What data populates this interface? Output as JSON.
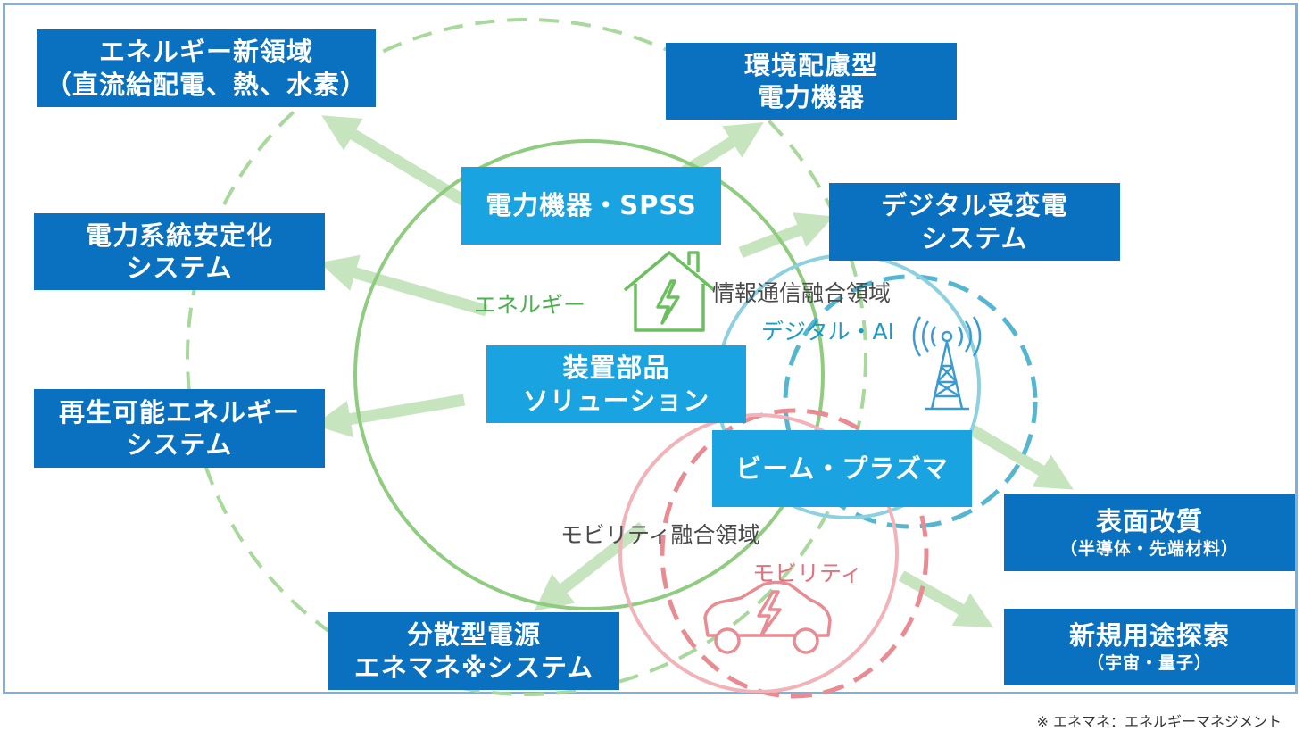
{
  "boxes": {
    "new_energy": {
      "line1": "エネルギー新領域",
      "line2": "（直流給配電、熱、水素）"
    },
    "eco_power": {
      "line1": "環境配慮型",
      "line2": "電力機器"
    },
    "grid_stabilize": {
      "line1": "電力系統安定化",
      "line2": "システム"
    },
    "renewable": {
      "line1": "再生可能エネルギー",
      "line2": "システム"
    },
    "distributed": {
      "line1": "分散型電源",
      "line2": "エネマネ※システム"
    },
    "digital_substation": {
      "line1": "デジタル受変電",
      "line2": "システム"
    },
    "surface": {
      "line1": "表面改質",
      "line2": "（半導体・先端材料）"
    },
    "new_use": {
      "line1": "新規用途探索",
      "line2": "（宇宙・量子）"
    },
    "power_spss": {
      "line1": "電力機器・SPSS"
    },
    "device_parts": {
      "line1": "装置部品",
      "line2": "ソリューション"
    },
    "beam_plasma": {
      "line1": "ビーム・プラズマ"
    }
  },
  "labels": {
    "energy": "エネルギー",
    "info_fusion": "情報通信融合領域",
    "digital_ai": "デジタル・AI",
    "mobility_fusion": "モビリティ融合領域",
    "mobility": "モビリティ"
  },
  "icons": {
    "house": "house-lightning-icon",
    "tower": "radio-tower-icon",
    "car": "electric-car-icon"
  },
  "colors": {
    "dark_box": "#0a70c0",
    "light_box": "#19a3e0",
    "energy": "#6cbf5f",
    "energy_arrow": "#c6e5bf",
    "digital": "#56b6d0",
    "mobility": "#e98b92"
  },
  "footnote": "※ エネマネ：エネルギーマネジメント"
}
